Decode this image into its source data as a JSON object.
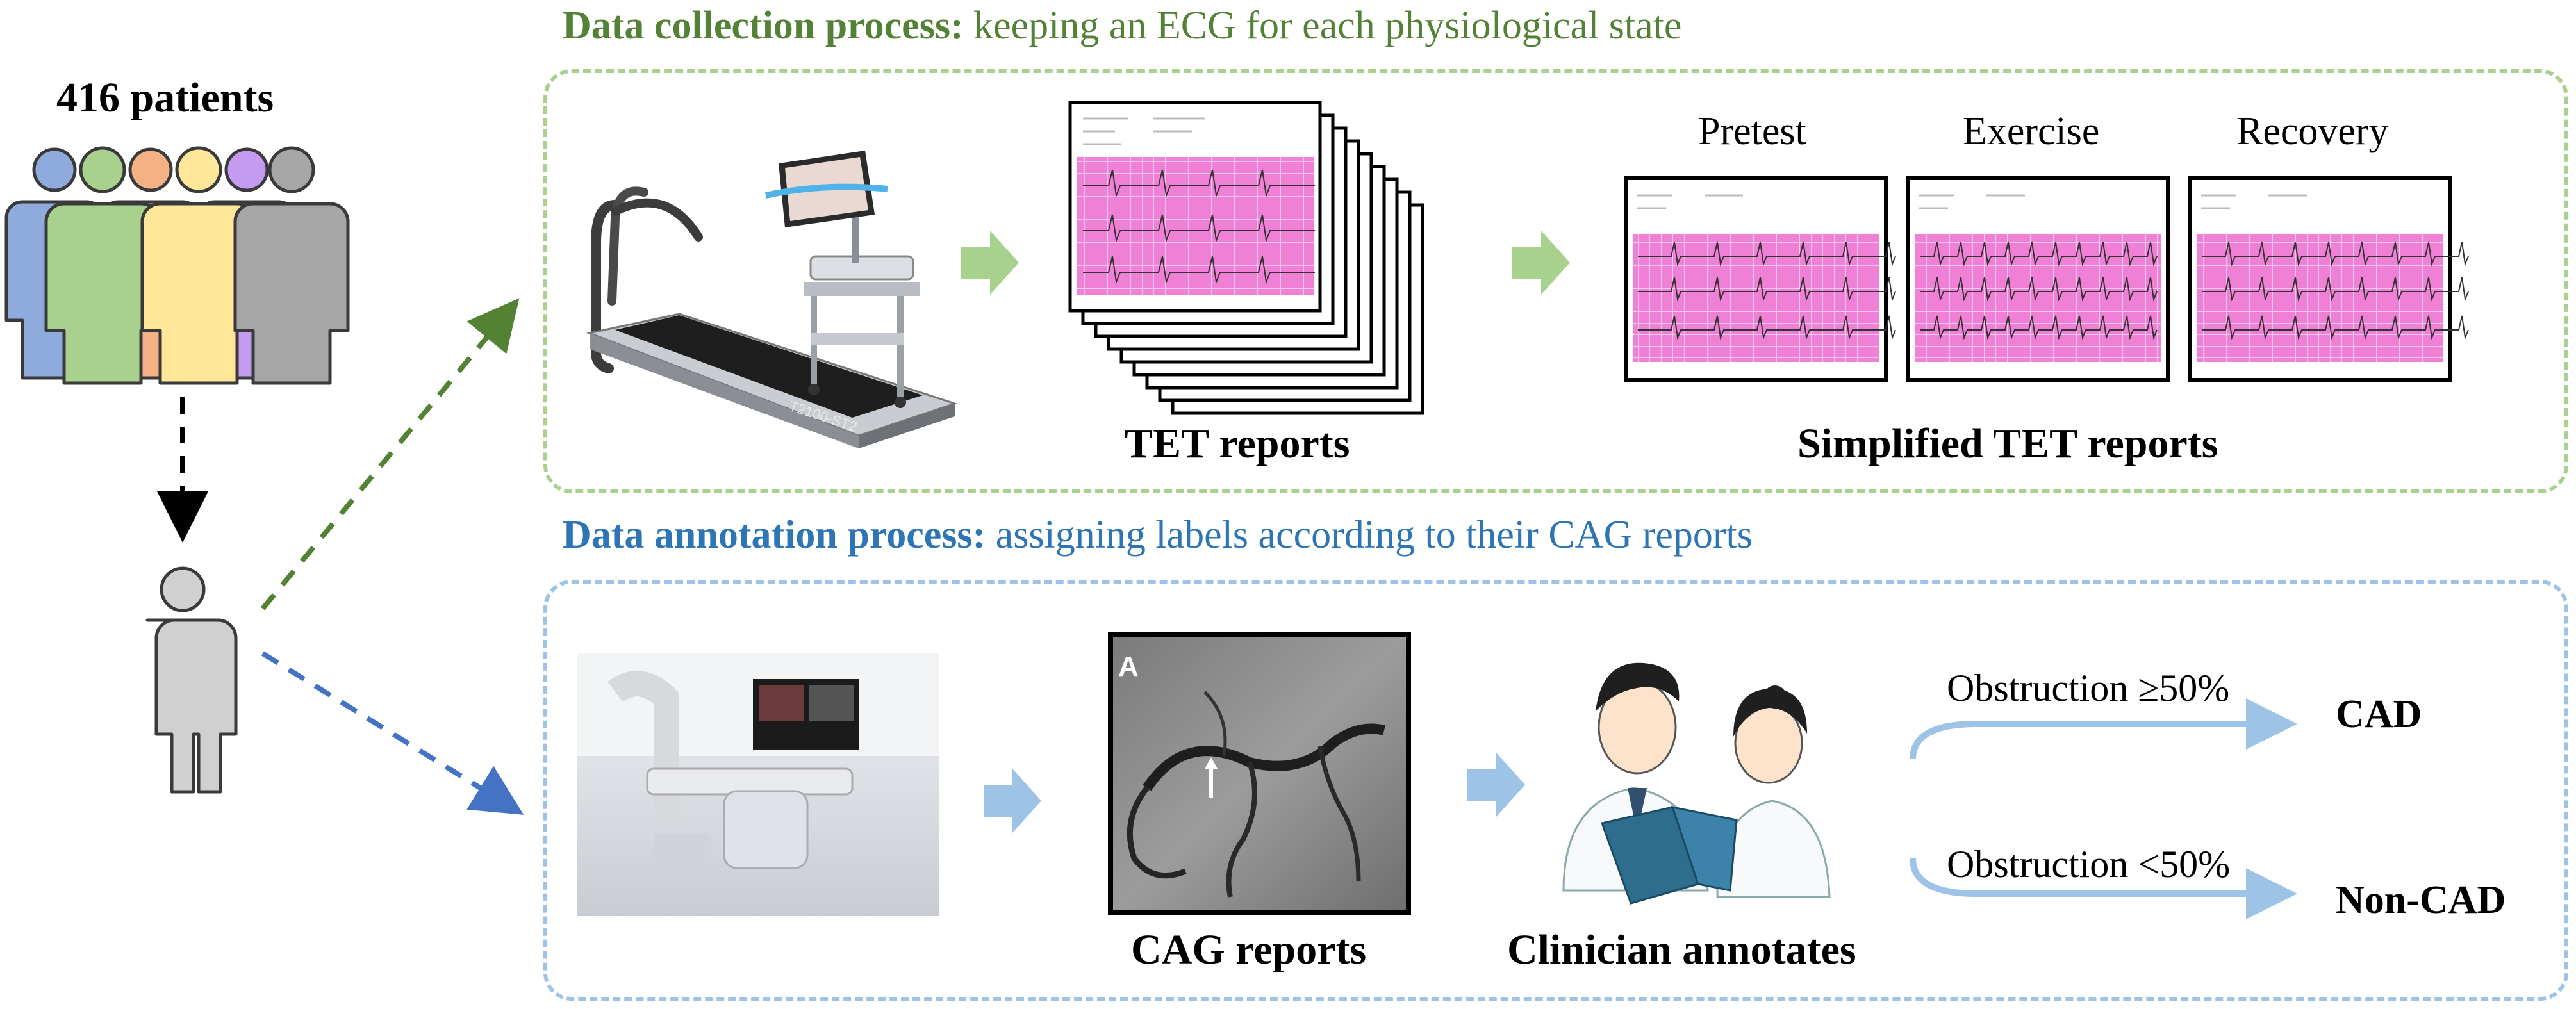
{
  "patients": {
    "count_label": "416 patients"
  },
  "collection": {
    "title_bold": "Data collection process:",
    "title_rest": "keeping an ECG for each physiological state",
    "tet_label": "TET reports",
    "simplified_label": "Simplified TET reports",
    "phases": [
      "Pretest",
      "Exercise",
      "Recovery"
    ],
    "treadmill_text": "T2100-ST2"
  },
  "annotation": {
    "title_bold": "Data annotation process:",
    "title_rest": "assigning labels according to their CAG reports",
    "cag_label": "CAG reports",
    "cag_panel_letter": "A",
    "clinician_label": "Clinician annotates",
    "rule_high": "Obstruction ≥50%",
    "rule_low": "Obstruction <50%",
    "outcome_high": "CAD",
    "outcome_low": "Non-CAD"
  },
  "colors": {
    "green_border": "#a9d18e",
    "green_title": "#538135",
    "blue_border": "#9dc3e6",
    "blue_title": "#2e75b6",
    "ecg_pink": "#f07fd6",
    "arrow_green": "#548235",
    "arrow_blue": "#4472c4"
  },
  "icons": [
    "people-group-icon",
    "person-icon",
    "treadmill-icon",
    "cath-lab-icon",
    "angiogram-icon",
    "clinicians-icon"
  ]
}
